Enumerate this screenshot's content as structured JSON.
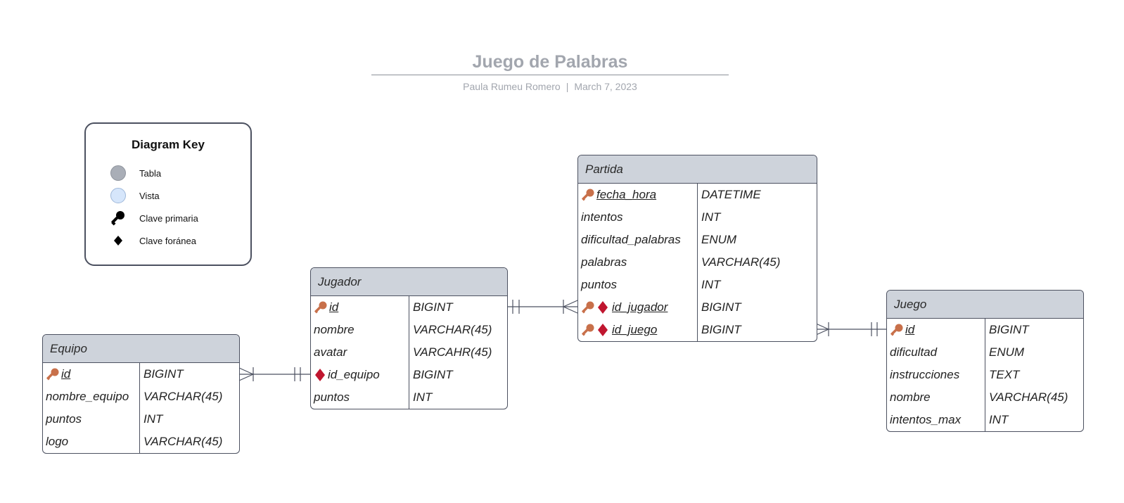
{
  "header": {
    "title": "Juego de Palabras",
    "author": "Paula Rumeu Romero",
    "separator": "|",
    "date": "March 7, 2023"
  },
  "key": {
    "title": "Diagram Key",
    "items": [
      {
        "label": "Tabla",
        "icon": "table-circle-icon"
      },
      {
        "label": "Vista",
        "icon": "view-circle-icon"
      },
      {
        "label": "Clave primaria",
        "icon": "key-icon"
      },
      {
        "label": "Clave foránea",
        "icon": "diamond-icon"
      }
    ]
  },
  "colors": {
    "table_header": "#ced3db",
    "view_fill": "#d6e6fb",
    "table_circle": "#a9aeb7",
    "pk_key": "#c8704a",
    "fk_diamond": "#c0162f",
    "title": "#a2a6ae"
  },
  "tables": {
    "equipo": {
      "name": "Equipo",
      "columns": [
        {
          "name": "id",
          "type": "BIGINT",
          "pk": true,
          "fk": false
        },
        {
          "name": "nombre_equipo",
          "type": "VARCHAR(45)",
          "pk": false,
          "fk": false
        },
        {
          "name": "puntos",
          "type": "INT",
          "pk": false,
          "fk": false
        },
        {
          "name": "logo",
          "type": "VARCHAR(45)",
          "pk": false,
          "fk": false
        }
      ]
    },
    "jugador": {
      "name": "Jugador",
      "columns": [
        {
          "name": "id",
          "type": "BIGINT",
          "pk": true,
          "fk": false
        },
        {
          "name": "nombre",
          "type": "VARCHAR(45)",
          "pk": false,
          "fk": false
        },
        {
          "name": "avatar",
          "type": "VARCAHR(45)",
          "pk": false,
          "fk": false
        },
        {
          "name": "id_equipo",
          "type": "BIGINT",
          "pk": false,
          "fk": true
        },
        {
          "name": "puntos",
          "type": "INT",
          "pk": false,
          "fk": false
        }
      ]
    },
    "partida": {
      "name": "Partida",
      "columns": [
        {
          "name": "fecha_hora",
          "type": "DATETIME",
          "pk": true,
          "fk": false
        },
        {
          "name": "intentos",
          "type": "INT",
          "pk": false,
          "fk": false
        },
        {
          "name": "dificultad_palabras",
          "type": "ENUM",
          "pk": false,
          "fk": false
        },
        {
          "name": "palabras",
          "type": "VARCHAR(45)",
          "pk": false,
          "fk": false
        },
        {
          "name": "puntos",
          "type": "INT",
          "pk": false,
          "fk": false
        },
        {
          "name": "id_jugador",
          "type": "BIGINT",
          "pk": true,
          "fk": true
        },
        {
          "name": "id_juego",
          "type": "BIGINT",
          "pk": true,
          "fk": true
        }
      ]
    },
    "juego": {
      "name": "Juego",
      "columns": [
        {
          "name": "id",
          "type": "BIGINT",
          "pk": true,
          "fk": false
        },
        {
          "name": "dificultad",
          "type": "ENUM",
          "pk": false,
          "fk": false
        },
        {
          "name": "instrucciones",
          "type": "TEXT",
          "pk": false,
          "fk": false
        },
        {
          "name": "nombre",
          "type": "VARCHAR(45)",
          "pk": false,
          "fk": false
        },
        {
          "name": "intentos_max",
          "type": "INT",
          "pk": false,
          "fk": false
        }
      ]
    }
  },
  "relationships": [
    {
      "from": "equipo.id",
      "from_end": "many",
      "to": "jugador.id_equipo",
      "to_end": "one"
    },
    {
      "from": "jugador.id",
      "from_end": "one",
      "to": "partida.id_jugador",
      "to_end": "many"
    },
    {
      "from": "partida.id_juego",
      "from_end": "many",
      "to": "juego.id",
      "to_end": "one"
    }
  ]
}
